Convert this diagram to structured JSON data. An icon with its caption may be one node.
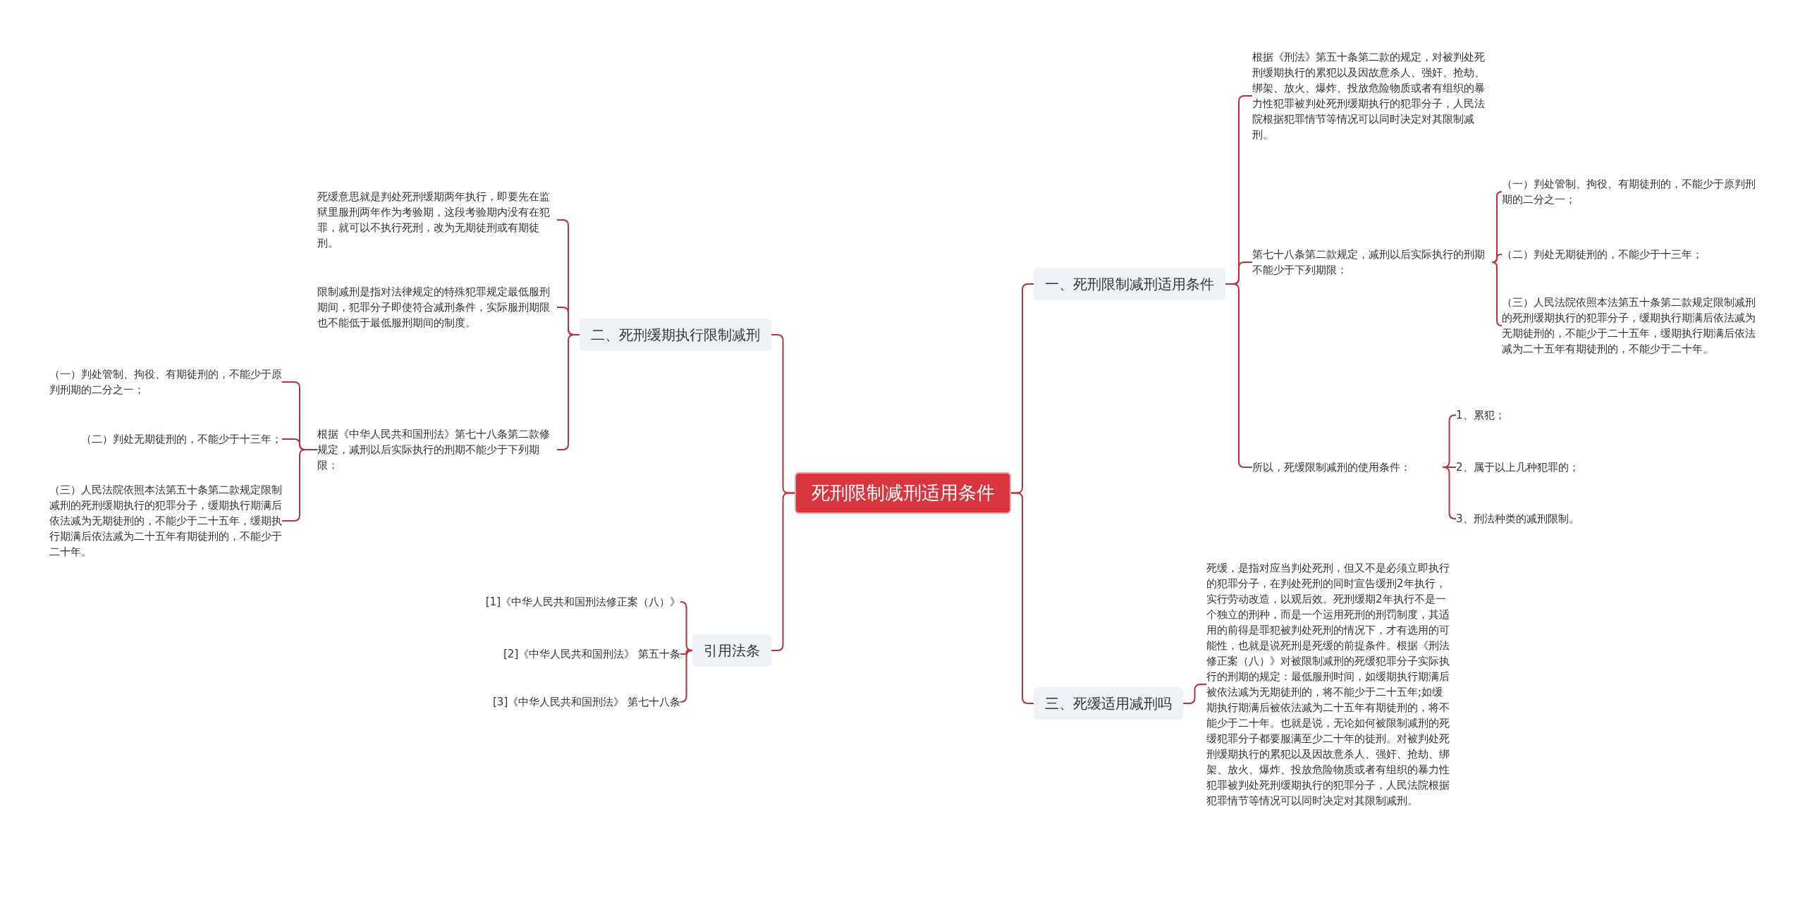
{
  "diagram": {
    "nodes": [
      {
        "text": [
          "死刑限制减刑适用条件"
        ]
      },
      {
        "text": [
          "一、死刑限制减刑适用条件"
        ]
      },
      {
        "text": [
          "根据《刑法》第五十条第二款的规定，对被判处死刑缓期执行的累犯以及因故意杀人、强奸、抢劫、绑架、放火、爆炸、投放危险物质或者有组织的暴力性犯罪被判处死刑缓期执行的犯罪分子，人民法院根据犯罪情节等情况可以同时决定对其限制减刑。"
        ]
      },
      {
        "text": [
          "第七十八条第二款规定，减刑以后实际执行的刑期不能少于下列期限："
        ]
      },
      {
        "text": [
          "（一）判处管制、拘役、有期徒刑的，不能少于原判刑期的二分之一；"
        ]
      },
      {
        "text": [
          "（二）判处无期徒刑的，不能少于十三年；"
        ]
      },
      {
        "text": [
          "（三）人民法院依照本法第五十条第二款规定限制减刑的死刑缓期执行的犯罪分子，缓期执行期满后依法减为无期徒刑的，不能少于二十五年，缓期执行期满后依法减为二十五年有期徒刑的，不能少于二十年。"
        ]
      },
      {
        "text": [
          "所以，死缓限制减刑的使用条件："
        ]
      },
      {
        "text": [
          "1、累犯；"
        ]
      },
      {
        "text": [
          "2、属于以上几种犯罪的；"
        ]
      },
      {
        "text": [
          "3、刑法种类的减刑限制。"
        ]
      },
      {
        "text": [
          "三、死缓适用减刑吗"
        ]
      },
      {
        "text": [
          "死缓，是指对应当判处死刑，但又不是必须立即执行的犯罪分子，在判处死刑的同时宣告缓刑2年执行，实行劳动改造，以观后效。死刑缓期2年执行不是一个独立的刑种，而是一个运用死刑的刑罚制度，其适用的前得是罪犯被判处死刑的情况下，才有选用的可能性，也就是说死刑是死缓的前提条件。根据《刑法修正案（八）》对被限制减刑的死缓犯罪分子实际执行的刑期的规定：最低服刑时间，如缓期执行期满后被依法减为无期徒刑的，将不能少于二十五年;如缓期执行期满后被依法减为二十五年有期徒刑的，将不能少于二十年。也就是说，无论如何被限制减刑的死缓犯罪分子都要服满至少二十年的徒刑。对被判处死刑缓期执行的累犯以及因故意杀人、强奸、抢劫、绑架、放火、爆炸、投放危险物质或者有组织的暴力性犯罪被判处死刑缓期执行的犯罪分子，人民法院根据犯罪情节等情况可以同时决定对其限制减刑。"
        ]
      },
      {
        "text": [
          "二、死刑缓期执行限制减刑"
        ]
      },
      {
        "text": [
          "死缓意思就是判处死刑缓期两年执行，即要先在监狱里服刑两年作为考验期，这段考验期内没有在犯罪，就可以不执行死刑，改为无期徒刑或有期徒刑。"
        ]
      },
      {
        "text": [
          "限制减刑是指对法律规定的特殊犯罪规定最低服刑期间，犯罪分子即使符合减刑条件，实际服刑期限也不能低于最低服刑期间的制度。"
        ]
      },
      {
        "text": [
          "根据《中华人民共和国刑法》第七十八条第二款修规定，减刑以后实际执行的刑期不能少于下列期限："
        ]
      },
      {
        "text": [
          "（一）判处管制、拘役、有期徒刑的，不能少于原判刑期的二分之一；"
        ]
      },
      {
        "text": [
          "（二）判处无期徒刑的，不能少于十三年；"
        ]
      },
      {
        "text": [
          "（三）人民法院依照本法第五十条第二款规定限制减刑的死刑缓期执行的犯罪分子，缓期执行期满后依法减为无期徒刑的，不能少于二十五年，缓期执行期满后依法减为二十五年有期徒刑的，不能少于二十年。"
        ]
      },
      {
        "text": [
          "引用法条"
        ]
      },
      {
        "text": [
          "[1]《中华人民共和国刑法修正案（八）》"
        ]
      },
      {
        "text": [
          "[2]《中华人民共和国刑法》 第五十条"
        ]
      },
      {
        "text": [
          "[3]《中华人民共和国刑法》 第七十八条"
        ]
      }
    ],
    "edges": [
      {
        "from": 0,
        "to": 1,
        "arrow": "none"
      },
      {
        "from": 1,
        "to": 2,
        "arrow": "none"
      },
      {
        "from": 1,
        "to": 3,
        "arrow": "none"
      },
      {
        "from": 3,
        "to": 4,
        "arrow": "none"
      },
      {
        "from": 3,
        "to": 5,
        "arrow": "none"
      },
      {
        "from": 3,
        "to": 6,
        "arrow": "none"
      },
      {
        "from": 1,
        "to": 7,
        "arrow": "none"
      },
      {
        "from": 7,
        "to": 8,
        "arrow": "none"
      },
      {
        "from": 7,
        "to": 9,
        "arrow": "none"
      },
      {
        "from": 7,
        "to": 10,
        "arrow": "none"
      },
      {
        "from": 0,
        "to": 11,
        "arrow": "none"
      },
      {
        "from": 11,
        "to": 12,
        "arrow": "none"
      },
      {
        "from": 0,
        "to": 13,
        "arrow": "none"
      },
      {
        "from": 13,
        "to": 14,
        "arrow": "none"
      },
      {
        "from": 13,
        "to": 15,
        "arrow": "none"
      },
      {
        "from": 13,
        "to": 16,
        "arrow": "none"
      },
      {
        "from": 16,
        "to": 17,
        "arrow": "none"
      },
      {
        "from": 16,
        "to": 18,
        "arrow": "none"
      },
      {
        "from": 16,
        "to": 19,
        "arrow": "none"
      },
      {
        "from": 0,
        "to": 20,
        "arrow": "none"
      },
      {
        "from": 20,
        "to": 21,
        "arrow": "none"
      },
      {
        "from": 20,
        "to": 22,
        "arrow": "none"
      },
      {
        "from": 20,
        "to": 23,
        "arrow": "none"
      }
    ]
  }
}
